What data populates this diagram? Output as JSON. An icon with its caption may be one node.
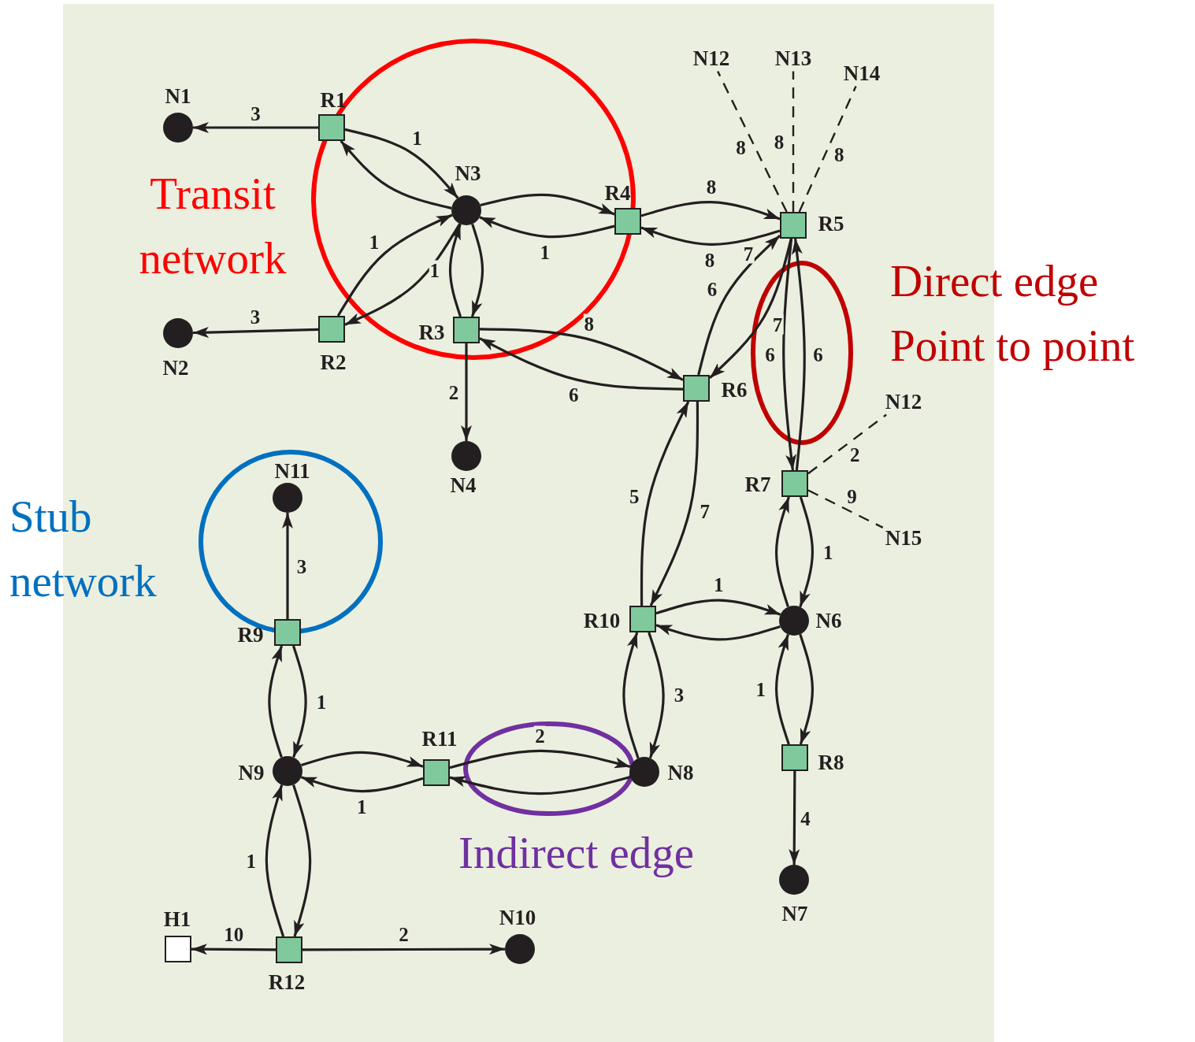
{
  "diagram": {
    "nodes": [
      {
        "text": [
          "N12"
        ]
      },
      {
        "text": [
          "N13"
        ]
      },
      {
        "text": [
          "N14"
        ]
      },
      {
        "text": [],
        "shape": "circle",
        "beside": [
          "N1"
        ]
      },
      {
        "text": [],
        "shape": "box",
        "beside": [
          "R1"
        ]
      },
      {
        "text": [],
        "shape": "circle",
        "beside": [
          "N3"
        ]
      },
      {
        "text": [],
        "shape": "box",
        "beside": [
          "R4"
        ]
      },
      {
        "text": [],
        "shape": "box",
        "beside": [
          "R5"
        ]
      },
      {
        "text": [],
        "shape": "box",
        "beside": [
          "R2"
        ]
      },
      {
        "text": [],
        "shape": "circle",
        "beside": [
          "N2"
        ]
      },
      {
        "text": [],
        "shape": "box",
        "beside": [
          "R3"
        ]
      },
      {
        "text": [],
        "shape": "box",
        "beside": [
          "R6"
        ]
      },
      {
        "text": [
          "N12"
        ]
      },
      {
        "text": [],
        "shape": "box",
        "beside": [
          "R7"
        ]
      },
      {
        "text": [],
        "shape": "circle",
        "beside": [
          "N4"
        ]
      },
      {
        "text": [
          "N15"
        ]
      },
      {
        "text": [],
        "shape": "circle",
        "beside": [
          "N11"
        ]
      },
      {
        "text": [],
        "shape": "box",
        "beside": [
          "R10"
        ]
      },
      {
        "text": [],
        "shape": "circle",
        "beside": [
          "N6"
        ]
      },
      {
        "text": [],
        "shape": "box",
        "beside": [
          "R9"
        ]
      },
      {
        "text": [],
        "shape": "circle",
        "beside": [
          "N9"
        ]
      },
      {
        "text": [],
        "shape": "box",
        "beside": [
          "R11"
        ]
      },
      {
        "text": [],
        "shape": "circle",
        "beside": [
          "N8"
        ]
      },
      {
        "text": [],
        "shape": "box",
        "beside": [
          "R8"
        ]
      },
      {
        "text": [],
        "shape": "circle",
        "beside": [
          "N7"
        ]
      },
      {
        "text": [],
        "shape": "box",
        "beside": [
          "H1"
        ]
      },
      {
        "text": [],
        "shape": "box",
        "beside": [
          "R12"
        ]
      },
      {
        "text": [],
        "shape": "circle",
        "beside": [
          "N10"
        ]
      }
    ],
    "edges": [
      {
        "from": 4,
        "to": 3,
        "arrow": "to",
        "label": "3"
      },
      {
        "from": 4,
        "to": 5,
        "arrow": "to",
        "label": "1"
      },
      {
        "from": 5,
        "to": 4,
        "arrow": "to"
      },
      {
        "from": 8,
        "to": 9,
        "arrow": "to",
        "label": "3"
      },
      {
        "from": 8,
        "to": 5,
        "arrow": "to",
        "label": "1"
      },
      {
        "from": 5,
        "to": 8,
        "arrow": "to"
      },
      {
        "from": 5,
        "to": 6,
        "arrow": "to"
      },
      {
        "from": 6,
        "to": 5,
        "arrow": "to",
        "label": "1"
      },
      {
        "from": 10,
        "to": 5,
        "arrow": "to",
        "label": "1"
      },
      {
        "from": 5,
        "to": 10,
        "arrow": "to"
      },
      {
        "from": 6,
        "to": 7,
        "arrow": "to",
        "label": "8"
      },
      {
        "from": 7,
        "to": 6,
        "arrow": "to",
        "label": "8"
      },
      {
        "from": 7,
        "to": 0,
        "arrow": "none",
        "label": "8",
        "style": "dashed"
      },
      {
        "from": 7,
        "to": 1,
        "arrow": "none",
        "label": "8",
        "style": "dashed"
      },
      {
        "from": 7,
        "to": 2,
        "arrow": "none",
        "label": "8",
        "style": "dashed"
      },
      {
        "from": 10,
        "to": 11,
        "arrow": "to",
        "label": "8"
      },
      {
        "from": 11,
        "to": 10,
        "arrow": "to",
        "label": "6"
      },
      {
        "from": 10,
        "to": 14,
        "arrow": "to",
        "label": "2"
      },
      {
        "from": 11,
        "to": 7,
        "arrow": "to",
        "label": "6"
      },
      {
        "from": 7,
        "to": 11,
        "arrow": "to",
        "label": "7"
      },
      {
        "from": 7,
        "to": 13,
        "arrow": "to",
        "label": "6"
      },
      {
        "from": 13,
        "to": 7,
        "arrow": "to",
        "label": "6"
      },
      {
        "from": 13,
        "to": 12,
        "arrow": "none",
        "label": "2",
        "style": "dashed"
      },
      {
        "from": 13,
        "to": 15,
        "arrow": "none",
        "label": "9",
        "style": "dashed"
      },
      {
        "from": 17,
        "to": 11,
        "arrow": "to",
        "label": "5"
      },
      {
        "from": 11,
        "to": 17,
        "arrow": "to",
        "label": "7"
      },
      {
        "from": 13,
        "to": 18,
        "arrow": "to",
        "label": "1"
      },
      {
        "from": 18,
        "to": 13,
        "arrow": "to"
      },
      {
        "from": 17,
        "to": 18,
        "arrow": "to",
        "label": "1"
      },
      {
        "from": 18,
        "to": 17,
        "arrow": "to"
      },
      {
        "from": 23,
        "to": 18,
        "arrow": "to",
        "label": "1"
      },
      {
        "from": 18,
        "to": 23,
        "arrow": "to"
      },
      {
        "from": 23,
        "to": 24,
        "arrow": "to",
        "label": "4"
      },
      {
        "from": 17,
        "to": 22,
        "arrow": "to",
        "label": "3"
      },
      {
        "from": 22,
        "to": 17,
        "arrow": "to"
      },
      {
        "from": 21,
        "to": 22,
        "arrow": "to",
        "label": "2"
      },
      {
        "from": 22,
        "to": 21,
        "arrow": "to"
      },
      {
        "from": 20,
        "to": 21,
        "arrow": "to"
      },
      {
        "from": 21,
        "to": 20,
        "arrow": "to",
        "label": "1"
      },
      {
        "from": 19,
        "to": 20,
        "arrow": "to",
        "label": "1"
      },
      {
        "from": 20,
        "to": 19,
        "arrow": "to"
      },
      {
        "from": 19,
        "to": 16,
        "arrow": "to",
        "label": "3"
      },
      {
        "from": 26,
        "to": 20,
        "arrow": "to",
        "label": "1"
      },
      {
        "from": 20,
        "to": 26,
        "arrow": "to"
      },
      {
        "from": 26,
        "to": 25,
        "arrow": "to",
        "label": "10"
      },
      {
        "from": 26,
        "to": 27,
        "arrow": "to",
        "label": "2"
      }
    ],
    "labels": [
      "Transit network",
      "7",
      "Direct edge",
      "Point to point",
      "Stub network",
      "Indirect edge"
    ]
  }
}
